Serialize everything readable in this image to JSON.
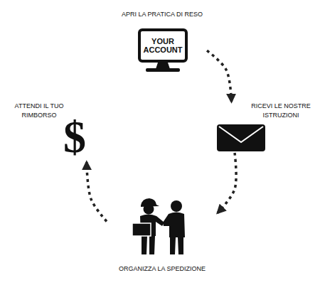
{
  "diagram": {
    "nodes": [
      {
        "text": [
          "APRI LA PRATICA DI RESO",
          "YOUR ACCOUNT"
        ]
      },
      {
        "text": [
          "RICEVI LE NOSTRE ISTRUZIONI"
        ]
      },
      {
        "text": [
          "ORGANIZZA LA SPEDIZIONE"
        ]
      },
      {
        "text": [
          "ATTENDI IL TUO RIMBORSO",
          "$"
        ]
      }
    ],
    "edges": [
      {
        "from": 0,
        "to": 1,
        "arrow": "to"
      },
      {
        "from": 1,
        "to": 2,
        "arrow": "to"
      },
      {
        "from": 2,
        "to": 3,
        "arrow": "to"
      }
    ]
  }
}
